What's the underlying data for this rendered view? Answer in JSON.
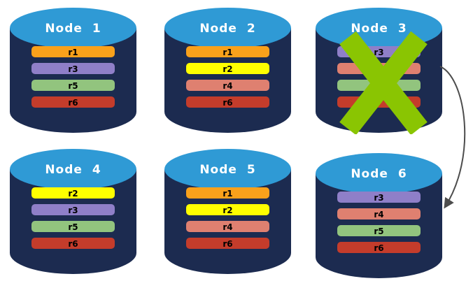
{
  "colors": {
    "cylinder_body": "#1C2B50",
    "cylinder_top_fill": "#2F9AD5",
    "cylinder_top_stroke": "#1C2B50",
    "title_text": "#FFFFFF",
    "bar_text": "#000000",
    "failure_x": "#8AC502",
    "arrow": "#4D4D4D",
    "replica_palette": {
      "r1": "#F9A11B",
      "r2": "#FFFF00",
      "r3": "#8F7FC8",
      "r4": "#DF8070",
      "r5": "#92C47E",
      "r6": "#C43C2B"
    }
  },
  "nodes": [
    {
      "title": "Node 1",
      "failed": false,
      "replicas": [
        {
          "label": "r1",
          "color": "#F9A11B"
        },
        {
          "label": "r3",
          "color": "#8F7FC8"
        },
        {
          "label": "r5",
          "color": "#92C47E"
        },
        {
          "label": "r6",
          "color": "#C43C2B"
        }
      ]
    },
    {
      "title": "Node 2",
      "failed": false,
      "replicas": [
        {
          "label": "r1",
          "color": "#F9A11B"
        },
        {
          "label": "r2",
          "color": "#FFFF00"
        },
        {
          "label": "r4",
          "color": "#DF8070"
        },
        {
          "label": "r6",
          "color": "#C43C2B"
        }
      ]
    },
    {
      "title": "Node 3",
      "failed": true,
      "replicas": [
        {
          "label": "r3",
          "color": "#8F7FC8"
        },
        {
          "label": "r4",
          "color": "#DF8070"
        },
        {
          "label": "r5",
          "color": "#92C47E"
        },
        {
          "label": "r6",
          "color": "#C43C2B"
        }
      ]
    },
    {
      "title": "Node 4",
      "failed": false,
      "replicas": [
        {
          "label": "r2",
          "color": "#FFFF00"
        },
        {
          "label": "r3",
          "color": "#8F7FC8"
        },
        {
          "label": "r5",
          "color": "#92C47E"
        },
        {
          "label": "r6",
          "color": "#C43C2B"
        }
      ]
    },
    {
      "title": "Node 5",
      "failed": false,
      "replicas": [
        {
          "label": "r1",
          "color": "#F9A11B"
        },
        {
          "label": "r2",
          "color": "#FFFF00"
        },
        {
          "label": "r4",
          "color": "#DF8070"
        },
        {
          "label": "r6",
          "color": "#C43C2B"
        }
      ]
    },
    {
      "title": "Node 6",
      "failed": false,
      "replicas": [
        {
          "label": "r3",
          "color": "#8F7FC8"
        },
        {
          "label": "r4",
          "color": "#DF8070"
        },
        {
          "label": "r5",
          "color": "#92C47E"
        },
        {
          "label": "r6",
          "color": "#C43C2B"
        }
      ]
    }
  ],
  "arrow": {
    "from": "Node 3",
    "to": "Node 6"
  }
}
